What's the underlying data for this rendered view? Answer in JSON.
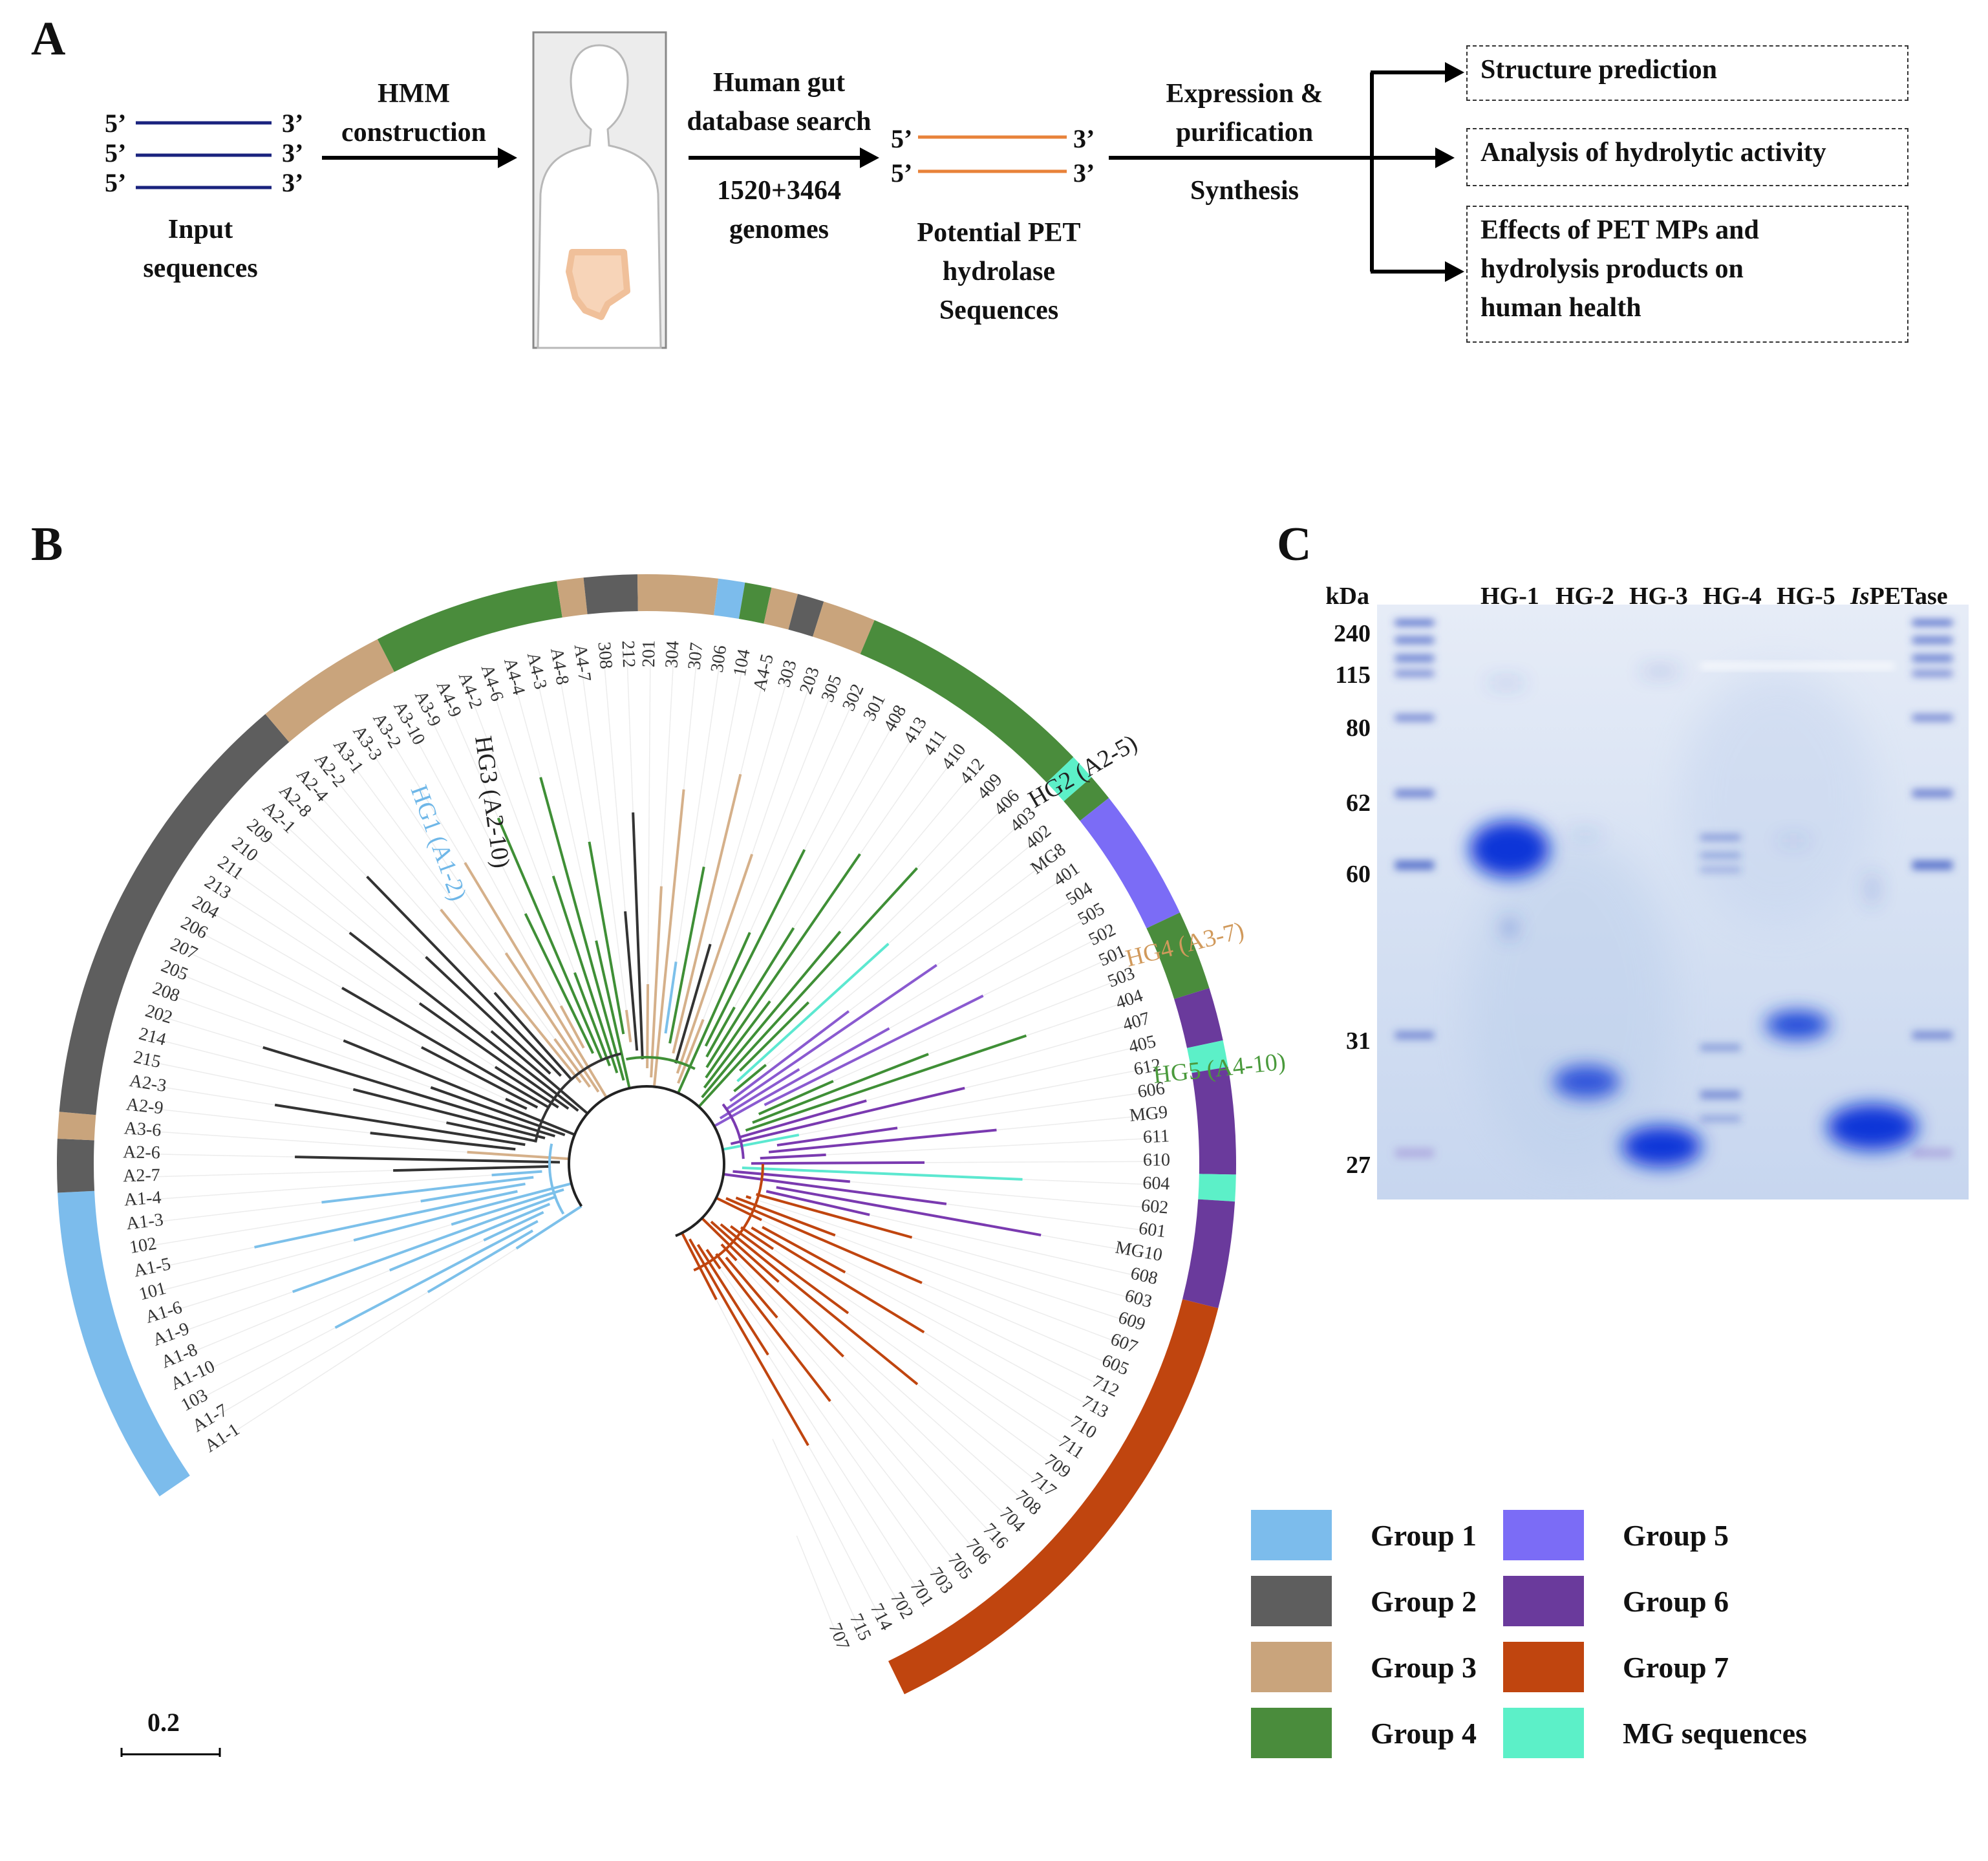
{
  "panels": {
    "a": "A",
    "b": "B",
    "c": "C"
  },
  "flow": {
    "input_label": "Input\nsequences",
    "prime5": "5’",
    "prime3": "3’",
    "hmm_label": "HMM\nconstruction",
    "gut_search_label": "Human gut\ndatabase search",
    "genomes_label": "1520+3464\ngenomes",
    "potential_label": "Potential  PET\nhydrolase\nSequences",
    "expression_label": "Expression &\npurification",
    "synthesis_label": "Synthesis",
    "outputs": [
      "Structure prediction",
      "Analysis of hydrolytic activity",
      "Effects of PET MPs and\nhydrolysis products on\nhuman health"
    ]
  },
  "tree": {
    "scale_label": "0.2",
    "clade_labels": [
      {
        "text": "HG1 (A1-2)",
        "color": "#6fb7e8"
      },
      {
        "text": "HG3 (A2-10)",
        "color": "#222222"
      },
      {
        "text": "HG2 (A2-5)",
        "color": "#222222"
      },
      {
        "text": "HG4 (A3-7)",
        "color": "#d19a5c"
      },
      {
        "text": "HG5 (A4-10)",
        "color": "#4a9a3c"
      }
    ],
    "leaves": [
      "A1-1",
      "A1-7",
      "103",
      "A1-10",
      "A1-8",
      "A1-9",
      "A1-6",
      "101",
      "A1-5",
      "102",
      "A1-3",
      "A1-4",
      "A2-7",
      "A2-6",
      "A3-6",
      "A2-9",
      "A2-3",
      "215",
      "214",
      "202",
      "208",
      "205",
      "207",
      "206",
      "204",
      "213",
      "211",
      "210",
      "209",
      "A2-1",
      "A2-8",
      "A2-4",
      "A2-2",
      "A3-1",
      "A3-3",
      "A3-2",
      "A3-10",
      "A3-9",
      "A4-9",
      "A4-2",
      "A4-6",
      "A4-4",
      "A4-3",
      "A4-8",
      "A4-7",
      "308",
      "212",
      "201",
      "304",
      "307",
      "306",
      "104",
      "A4-5",
      "303",
      "203",
      "305",
      "302",
      "301",
      "408",
      "413",
      "411",
      "410",
      "412",
      "409",
      "406",
      "403",
      "402",
      "MG8",
      "401",
      "504",
      "505",
      "502",
      "501",
      "503",
      "404",
      "407",
      "405",
      "612",
      "606",
      "MG9",
      "611",
      "610",
      "604",
      "602",
      "601",
      "MG10",
      "608",
      "603",
      "609",
      "607",
      "605",
      "712",
      "713",
      "710",
      "711",
      "709",
      "717",
      "708",
      "704",
      "716",
      "706",
      "705",
      "703",
      "701",
      "702",
      "714",
      "715",
      "707"
    ],
    "ring": [
      {
        "group": 1,
        "count": 12
      },
      {
        "group": 2,
        "count": 2
      },
      {
        "group": 3,
        "count": 1
      },
      {
        "group": 2,
        "count": 17
      },
      {
        "group": 3,
        "count": 5
      },
      {
        "group": 4,
        "count": 7
      },
      {
        "group": 3,
        "count": 1
      },
      {
        "group": 2,
        "count": 2
      },
      {
        "group": 3,
        "count": 3
      },
      {
        "group": 1,
        "count": 1
      },
      {
        "group": 4,
        "count": 1
      },
      {
        "group": 3,
        "count": 1
      },
      {
        "group": 2,
        "count": 1
      },
      {
        "group": 3,
        "count": 2
      },
      {
        "group": 4,
        "count": 9
      },
      {
        "group": 8,
        "count": 1
      },
      {
        "group": 4,
        "count": 1
      },
      {
        "group": 5,
        "count": 5
      },
      {
        "group": 4,
        "count": 3
      },
      {
        "group": 6,
        "count": 2
      },
      {
        "group": 8,
        "count": 1
      },
      {
        "group": 6,
        "count": 4
      },
      {
        "group": 8,
        "count": 1
      },
      {
        "group": 6,
        "count": 4
      },
      {
        "group": 7,
        "count": 19
      }
    ]
  },
  "legend": [
    {
      "label": "Group 1",
      "color": "#7cbcec"
    },
    {
      "label": "Group 5",
      "color": "#7b6cf6"
    },
    {
      "label": "Group 2",
      "color": "#5e5e5e"
    },
    {
      "label": "Group 6",
      "color": "#6a3a9c"
    },
    {
      "label": "Group 3",
      "color": "#c9a47c"
    },
    {
      "label": "Group 7",
      "color": "#c0450f"
    },
    {
      "label": "Group 4",
      "color": "#4a8c3c"
    },
    {
      "label": "MG sequences",
      "color": "#5cf0c8"
    }
  ],
  "gel": {
    "unit": "kDa",
    "markers": [
      "240",
      "115",
      "80",
      "62",
      "60",
      "31",
      "27"
    ],
    "lanes": [
      "HG-1",
      "HG-2",
      "HG-3",
      "HG-4",
      "HG-5"
    ],
    "last_lane_italic": "Is",
    "last_lane_rest": "PETase"
  }
}
